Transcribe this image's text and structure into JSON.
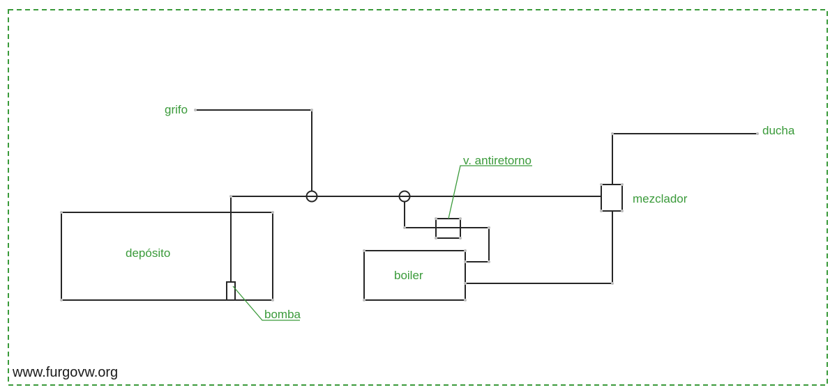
{
  "labels": {
    "grifo": "grifo",
    "ducha": "ducha",
    "antiretorno": "v. antiretorno",
    "mezclador": "mezclador",
    "deposito": "depósito",
    "boiler": "boiler",
    "bomba": "bomba"
  },
  "watermark": "www.furgovw.org",
  "colors": {
    "label_green": "#3a9a3a",
    "line": "#262626"
  }
}
